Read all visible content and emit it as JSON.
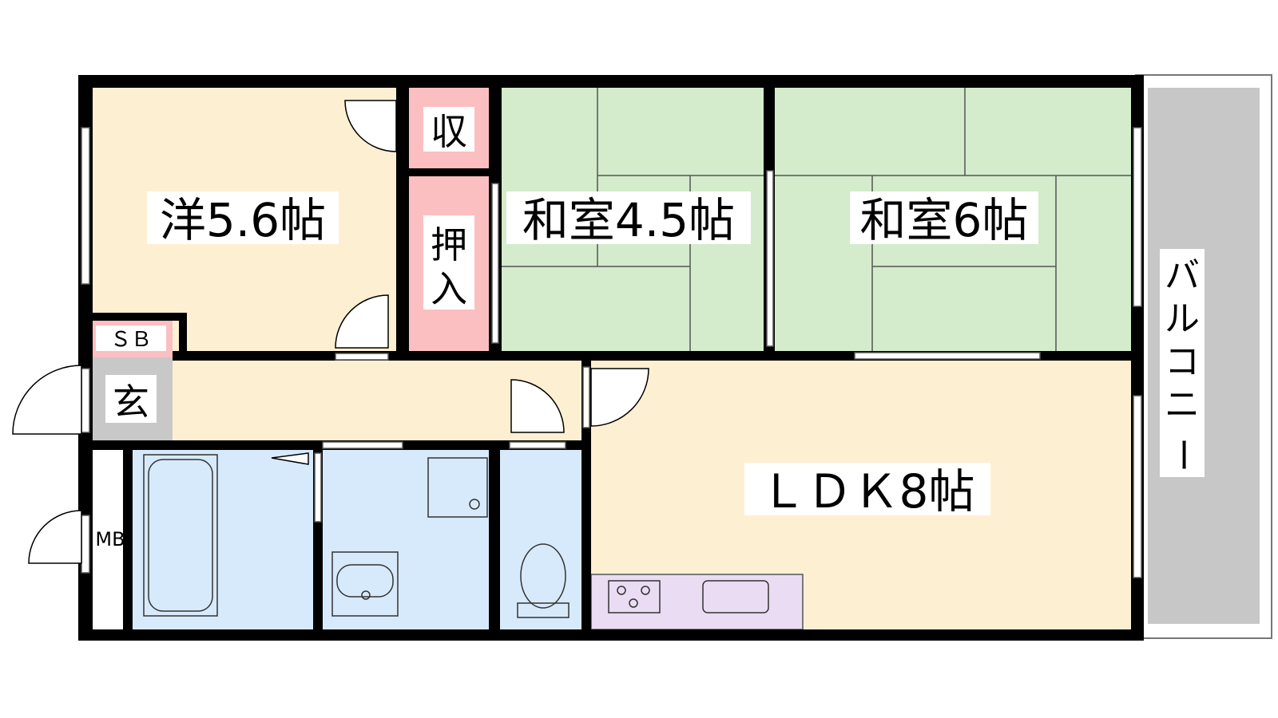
{
  "floorplan": {
    "rooms": {
      "western": "洋5.6帖",
      "washitsu_small": "和室4.5帖",
      "washitsu_large": "和室6帖",
      "ldk": "ＬＤＫ8帖",
      "storage": "収",
      "closet_top": "押",
      "closet_bottom": "入",
      "shoe_box": "ＳＢ",
      "entrance": "玄",
      "meter_box": "MB",
      "balcony": [
        "バ",
        "ル",
        "コ",
        "ニ",
        "ー"
      ]
    },
    "colors": {
      "wall": "#000000",
      "western_floor": "#fdf0d2",
      "tatami": "#d4ebcc",
      "storage": "#fbbfc2",
      "wet_area": "#d7eafb",
      "kitchen": "#e9dcf3",
      "balcony": "#c7c7c7",
      "entrance": "#c8c8c8"
    }
  }
}
